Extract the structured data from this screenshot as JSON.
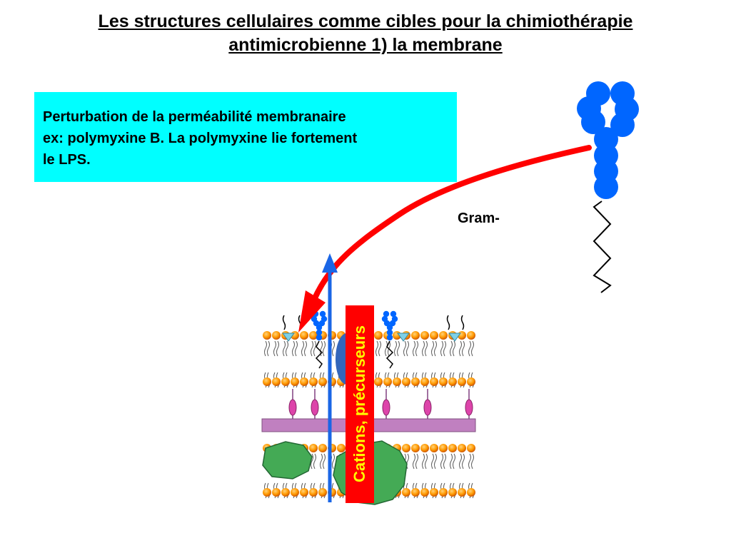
{
  "title": {
    "line1": "Les structures cellulaires comme cibles pour la chimiothérapie",
    "line2": "antimicrobienne 1) la membrane"
  },
  "info": {
    "line1": "Perturbation de la perméabilité membranaire",
    "line2": "ex: polymyxine B. La polymyxine lie fortement",
    "line3": "le LPS."
  },
  "gram_label": "Gram-",
  "cations_label": "Cations, précurseurs",
  "colors": {
    "info_bg": "#00ffff",
    "lps_blue": "#0066ff",
    "arrow_red": "#ff0000",
    "arrow_blue": "#1a66e6",
    "lipid_head": "#ff9900",
    "peptidoglycan": "#c080c0",
    "protein_green": "#44aa55",
    "porin_blue": "#3366bb",
    "label_yellow": "#ffff00"
  }
}
